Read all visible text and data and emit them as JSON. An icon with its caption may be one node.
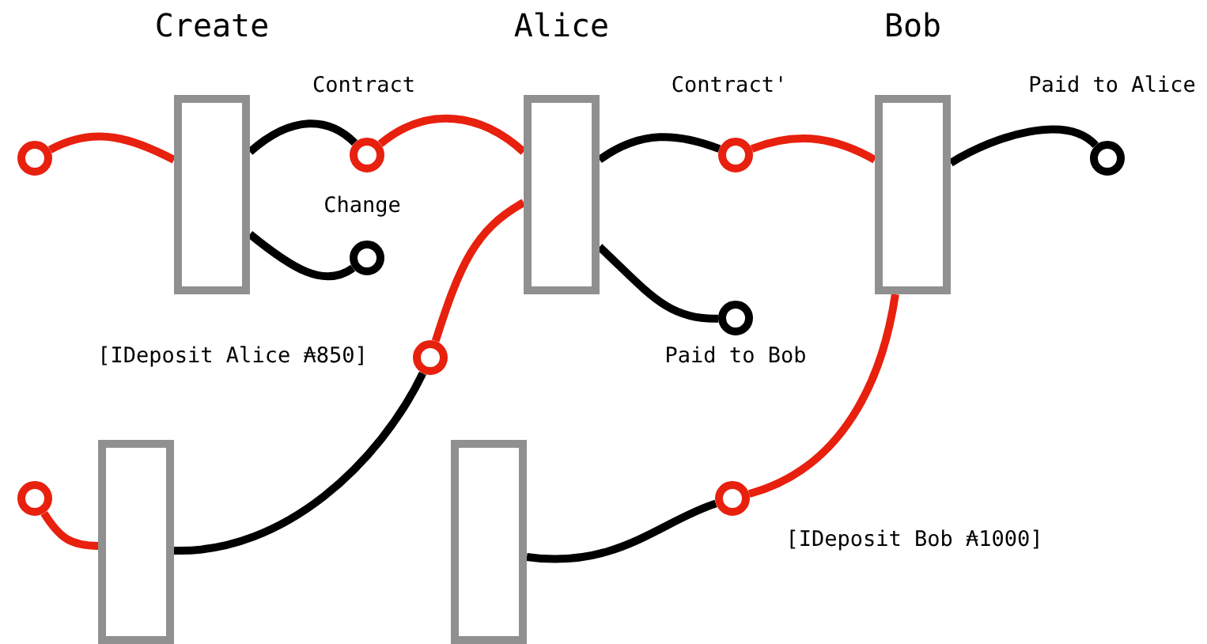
{
  "diagram": {
    "nodes": [
      {
        "text": [
          "Create"
        ]
      },
      {
        "text": [
          "Alice"
        ]
      },
      {
        "text": [
          "Bob"
        ]
      },
      {
        "text": [],
        "shape": "box"
      },
      {
        "text": [],
        "shape": "box"
      },
      {
        "text": [],
        "shape": "circle"
      },
      {
        "text": [],
        "shape": "circle",
        "beside": [
          "Contract"
        ]
      },
      {
        "text": [],
        "shape": "circle",
        "beside": [
          "Change"
        ]
      },
      {
        "text": [],
        "shape": "circle",
        "beside": [
          "Contract'"
        ]
      },
      {
        "text": [],
        "shape": "circle",
        "beside": [
          "Paid to Bob"
        ]
      },
      {
        "text": [],
        "shape": "circle",
        "beside": [
          "Paid to Alice"
        ]
      },
      {
        "text": [],
        "shape": "circle",
        "beside": [
          "[IDeposit Alice ₳850]"
        ]
      },
      {
        "text": [],
        "shape": "circle"
      },
      {
        "text": [],
        "shape": "circle",
        "beside": [
          "[IDeposit Bob ₳1000]"
        ]
      }
    ],
    "edges": [
      {
        "from": 5,
        "to": 0,
        "arrow": "none",
        "color": "#e8200e"
      },
      {
        "from": 0,
        "to": 6,
        "arrow": "none"
      },
      {
        "from": 0,
        "to": 7,
        "arrow": "none"
      },
      {
        "from": 6,
        "to": 1,
        "arrow": "none",
        "color": "#e8200e"
      },
      {
        "from": 11,
        "to": 1,
        "arrow": "none",
        "color": "#e8200e"
      },
      {
        "from": 1,
        "to": 8,
        "arrow": "none"
      },
      {
        "from": 1,
        "to": 9,
        "arrow": "none"
      },
      {
        "from": 8,
        "to": 2,
        "arrow": "none",
        "color": "#e8200e"
      },
      {
        "from": 2,
        "to": 10,
        "arrow": "none"
      },
      {
        "from": 3,
        "to": 11,
        "arrow": "none"
      },
      {
        "from": 12,
        "to": 3,
        "arrow": "none",
        "color": "#e8200e"
      },
      {
        "from": 4,
        "to": 13,
        "arrow": "none"
      },
      {
        "from": 13,
        "to": 2,
        "arrow": "none",
        "color": "#e8200e"
      }
    ]
  }
}
